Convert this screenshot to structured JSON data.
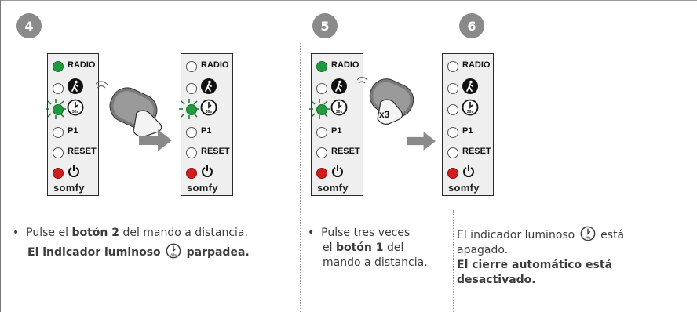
{
  "steps": {
    "s4": "4",
    "s5": "5",
    "s6": "6"
  },
  "panel": {
    "radio": "RADIO",
    "p1": "P1",
    "reset": "RESET",
    "brand": "somfy",
    "x3": "x3"
  },
  "colors": {
    "step_circle": "#8a8a8a",
    "panel_bg": "#efefef",
    "led_green": "#1f9a3e",
    "led_red": "#d21d1d"
  },
  "text": {
    "col1_bullet": "•",
    "col1_a": "Pulse el ",
    "col1_b": "botón 2",
    "col1_c": " del mando a distancia.",
    "col1_d": "El indicador luminoso",
    "col1_e": "parpadea.",
    "col2_bullet": "•",
    "col2_a": "Pulse tres veces",
    "col2_b": "el ",
    "col2_c": "botón 1",
    "col2_d": " del",
    "col2_e": "mando a distancia.",
    "col3_a": "El indicador luminoso",
    "col3_b": "está",
    "col3_c": "apagado.",
    "col3_d": "El cierre automático está",
    "col3_e": "desactivado."
  }
}
